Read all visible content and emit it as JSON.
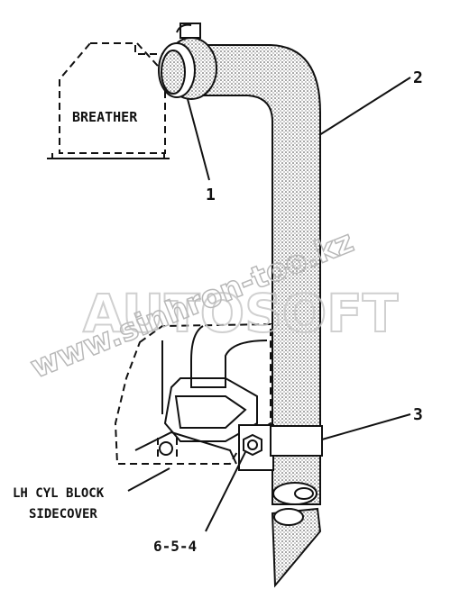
{
  "labels": {
    "breather": "BREATHER",
    "callout_1": "1",
    "callout_2": "2",
    "callout_3": "3",
    "sidecover_line1": "LH CYL BLOCK",
    "sidecover_line2": "SIDECOVER",
    "ref_code": "6-5-4"
  },
  "watermark": {
    "site": "www.sinhron-too.kz",
    "logo": "AUTOSOFT"
  },
  "colors": {
    "line": "#111111",
    "watermark": "#c8c8c8"
  }
}
